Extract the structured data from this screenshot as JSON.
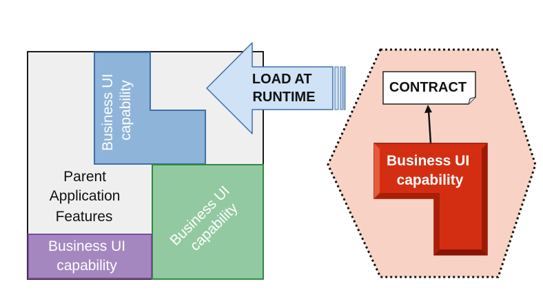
{
  "parent": {
    "label_line1": "Parent",
    "label_line2": "Application",
    "label_line3": "Features"
  },
  "blue_capability": {
    "line1": "Business UI",
    "line2": "capability"
  },
  "green_capability": {
    "line1": "Business UI",
    "line2": "capability"
  },
  "purple_capability": {
    "line1": "Business UI",
    "line2": "capability"
  },
  "arrow": {
    "line1": "LOAD AT",
    "line2": "RUNTIME"
  },
  "contract": {
    "label": "CONTRACT"
  },
  "red_capability": {
    "line1": "Business UI",
    "line2": "capability"
  },
  "colors": {
    "parent_fill": "#efefef",
    "blue_fill": "#8fb4da",
    "blue_stroke": "#3f6ea6",
    "green_fill": "#93c9a0",
    "green_stroke": "#2f8a3f",
    "purple_fill": "#a587c0",
    "purple_stroke": "#7b4aa0",
    "arrow_fill": "#cfe2f6",
    "arrow_stroke": "#3f6ea6",
    "hexagon_fill": "#f8d3c5",
    "red_fill": "#d42e12",
    "red_dark": "#8f1505"
  }
}
